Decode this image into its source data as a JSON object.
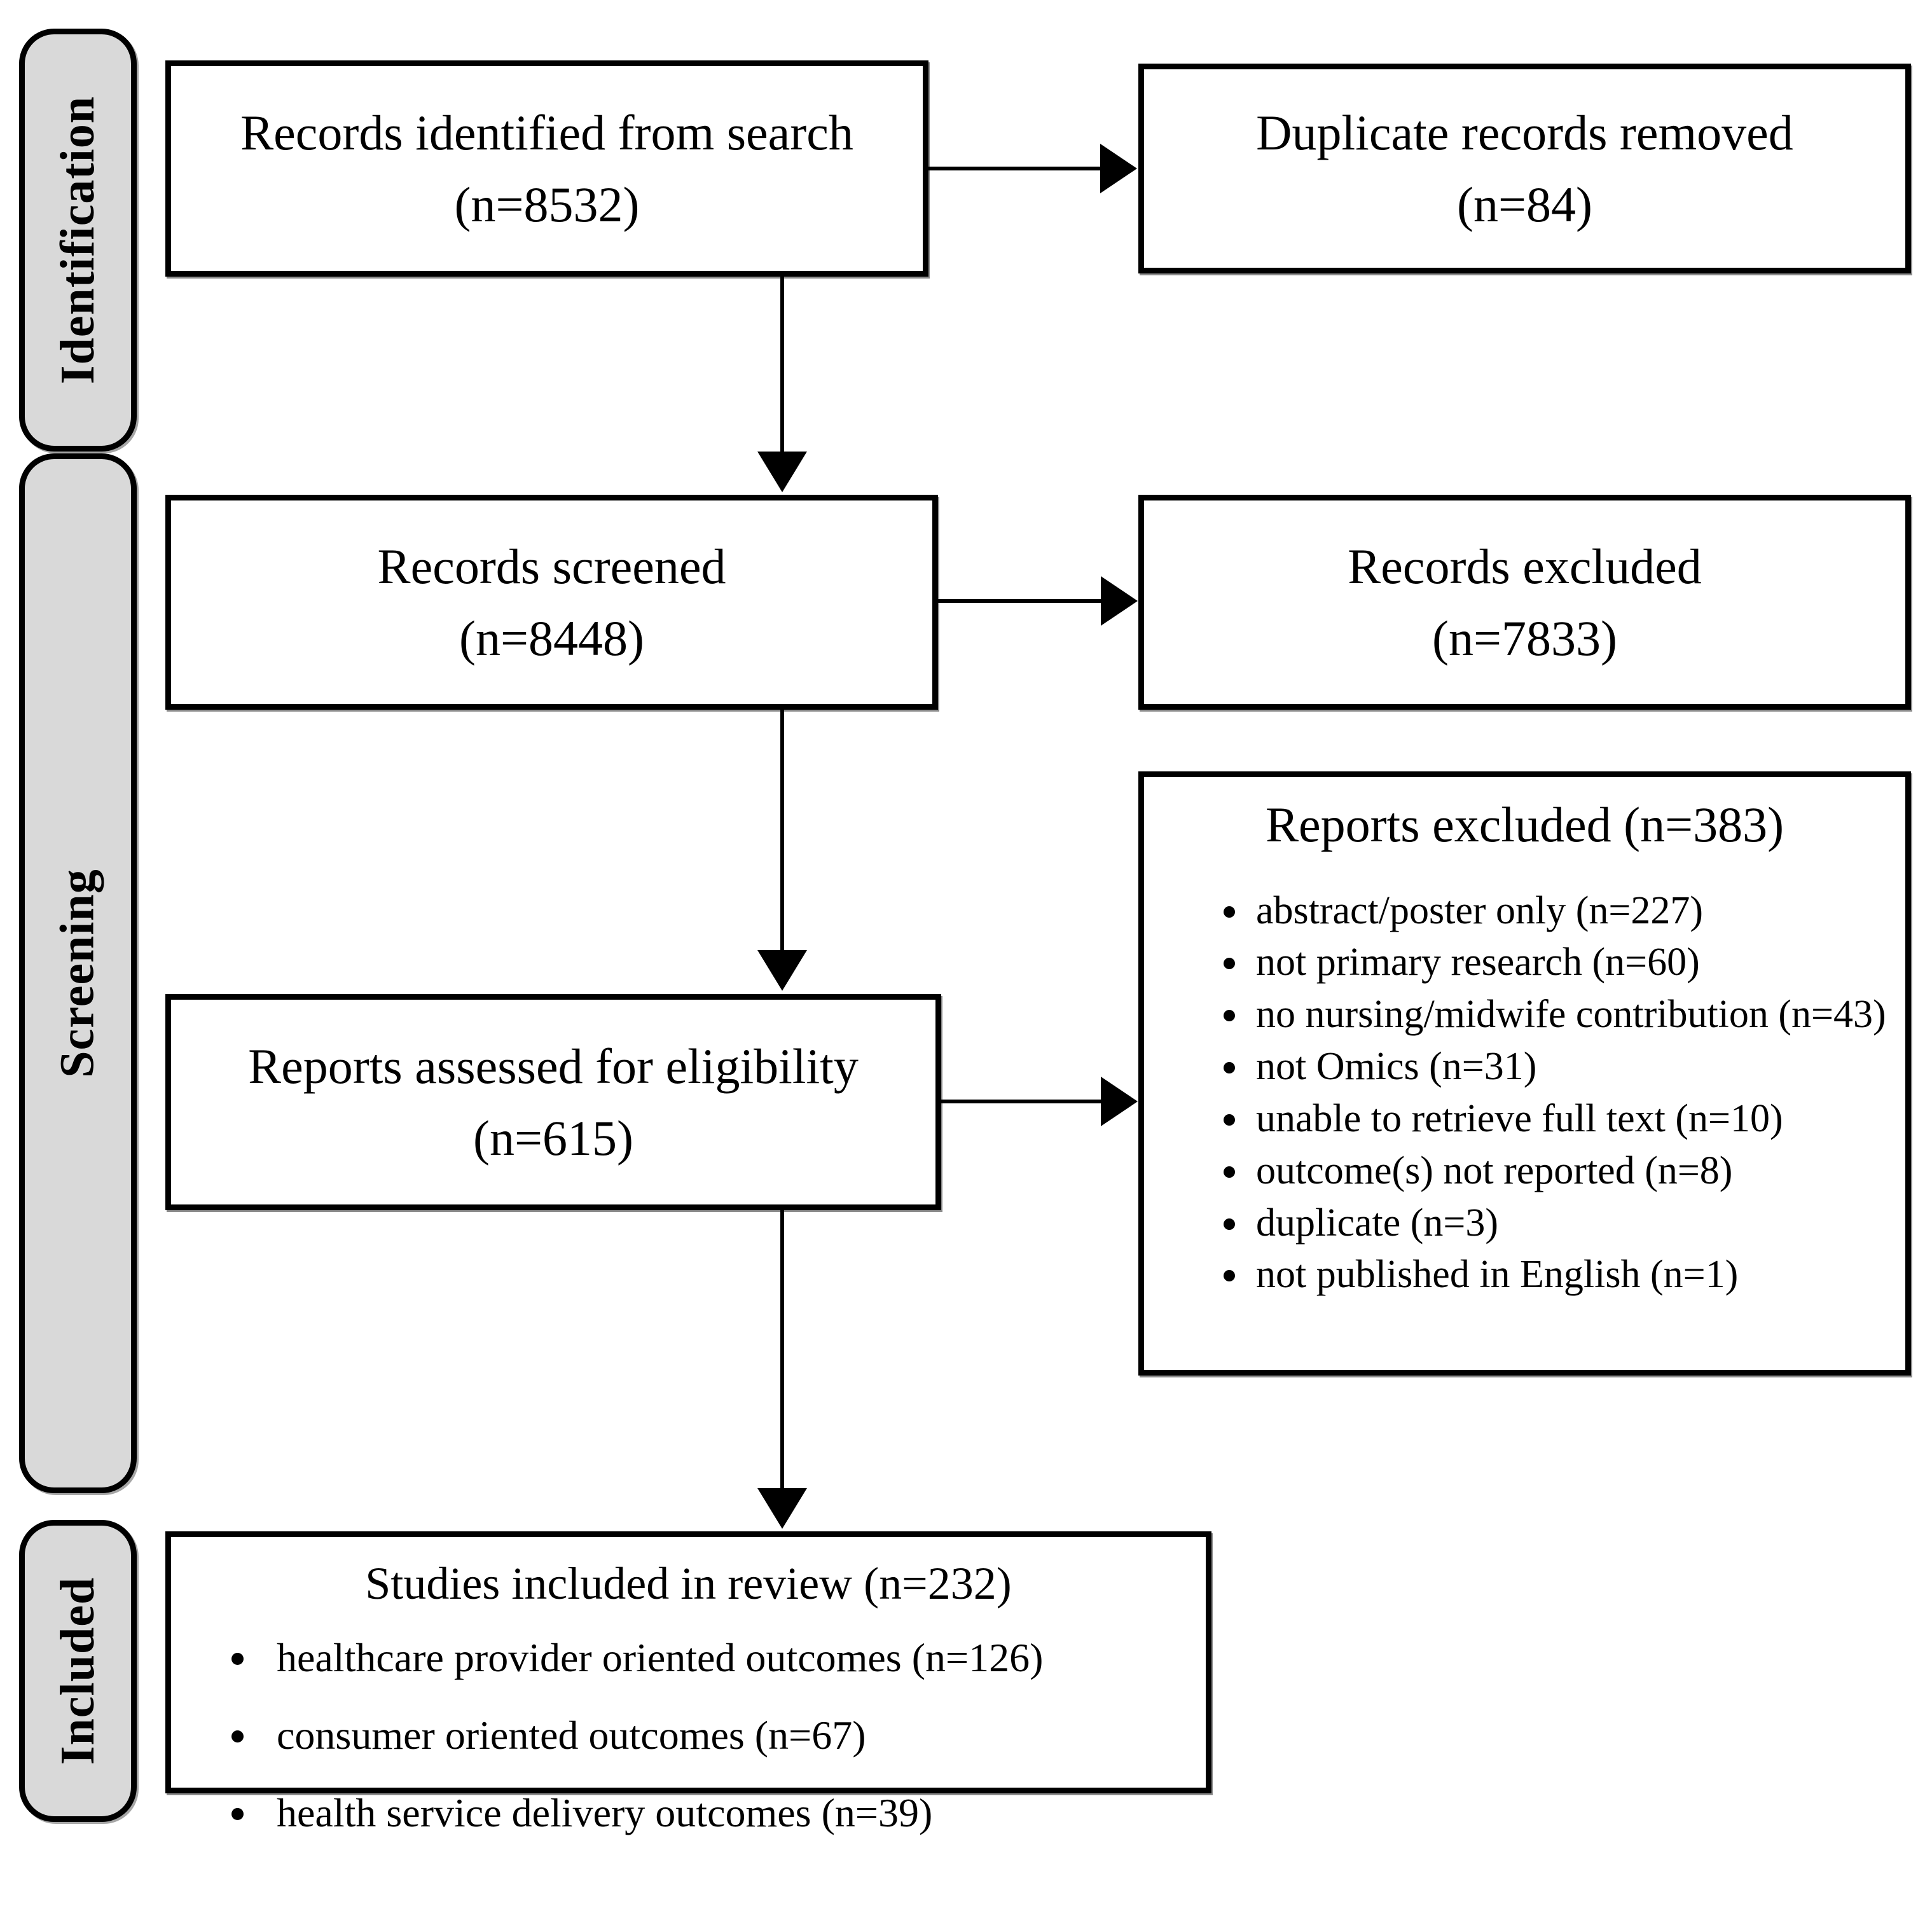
{
  "sidebar": {
    "stages": [
      {
        "label": "Identification"
      },
      {
        "label": "Screening"
      },
      {
        "label": "Included"
      }
    ]
  },
  "boxes": {
    "identified": {
      "line1": "Records identified from search",
      "line2": "(n=8532)"
    },
    "duplicates": {
      "line1": "Duplicate records removed",
      "line2": "(n=84)"
    },
    "screened": {
      "line1": "Records screened",
      "line2": "(n=8448)"
    },
    "records_excluded": {
      "line1": "Records excluded",
      "line2": "(n=7833)"
    },
    "assessed": {
      "line1": "Reports assessed for eligibility",
      "line2": "(n=615)"
    },
    "reports_excluded": {
      "title": "Reports excluded (n=383)",
      "items": [
        "abstract/poster only (n=227)",
        "not primary research (n=60)",
        "no nursing/midwife contribution (n=43)",
        "not Omics (n=31)",
        "unable to retrieve full text (n=10)",
        "outcome(s) not reported (n=8)",
        "duplicate (n=3)",
        "not published in English (n=1)"
      ]
    },
    "included_studies": {
      "title": "Studies included in review (n=232)",
      "items": [
        "healthcare provider oriented outcomes (n=126)",
        "consumer oriented outcomes (n=67)",
        "health service delivery outcomes (n=39)"
      ]
    }
  },
  "colors": {
    "background": "#ffffff",
    "stage_fill": "#d9d9d9",
    "line": "#000000"
  }
}
